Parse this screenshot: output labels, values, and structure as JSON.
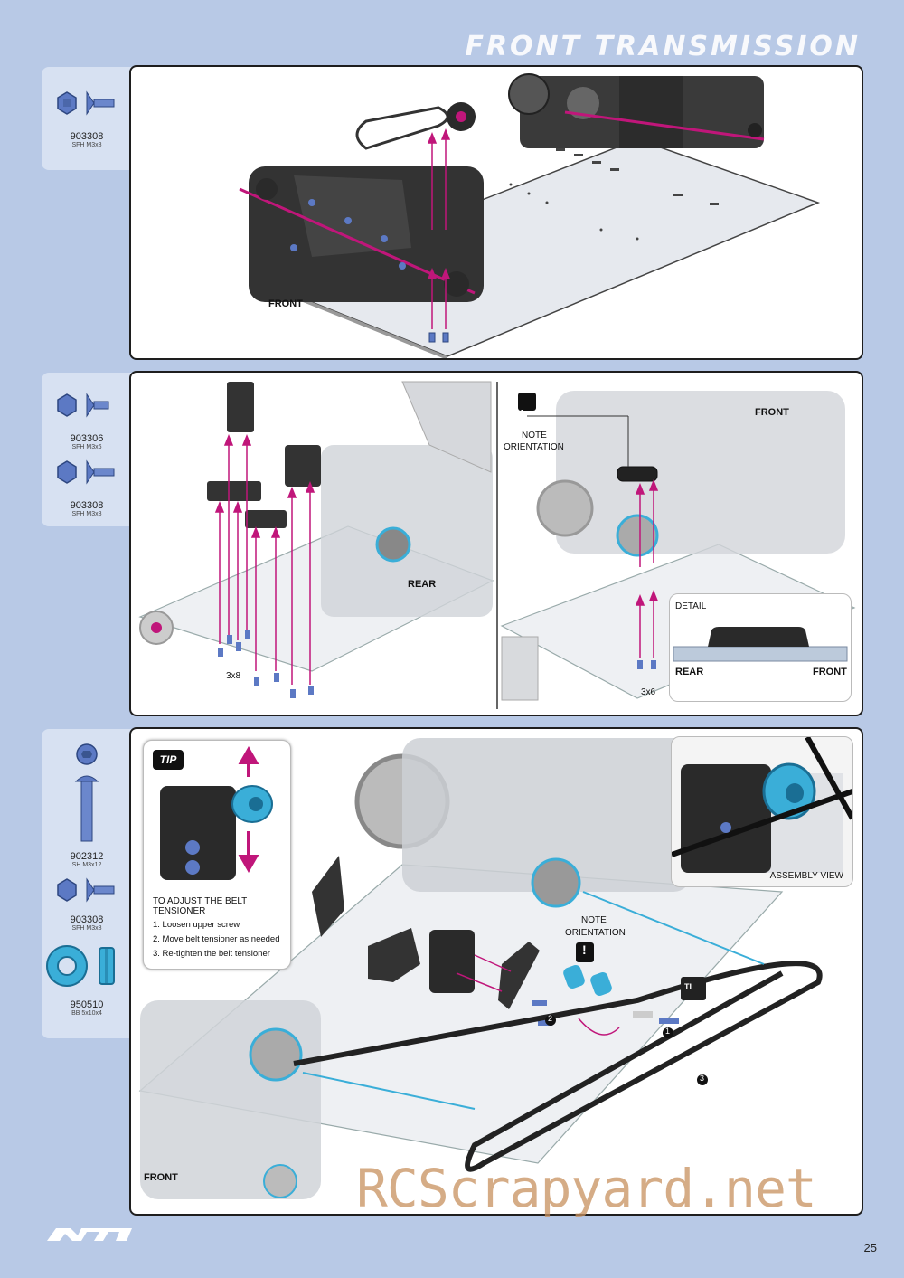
{
  "page": {
    "title": "FRONT TRANSMISSION",
    "page_number": "25",
    "logo_text": "NT1",
    "watermark": "RCScrapyard.net"
  },
  "colors": {
    "background": "#b8c9e6",
    "tab": "#d7e1f2",
    "accent_magenta": "#c0167a",
    "accent_cyan": "#3aaed8",
    "part_blue": "#5c79c4"
  },
  "step1": {
    "parts": [
      {
        "number": "903308",
        "spec": "SFH M3x8"
      }
    ],
    "labels": {
      "front": "FRONT"
    }
  },
  "step2": {
    "parts": [
      {
        "number": "903306",
        "spec": "SFH M3x6"
      },
      {
        "number": "903308",
        "spec": "SFH M3x8"
      }
    ],
    "left": {
      "rear": "REAR",
      "qty": "3x8"
    },
    "right": {
      "front": "FRONT",
      "note": "NOTE",
      "orientation": "ORIENTATION",
      "qty": "3x6",
      "detail": {
        "title": "DETAIL",
        "rear": "REAR",
        "front": "FRONT"
      }
    }
  },
  "step3": {
    "parts": [
      {
        "number": "902312",
        "spec": "SH M3x12"
      },
      {
        "number": "903308",
        "spec": "SFH M3x8"
      },
      {
        "number": "950510",
        "spec": "BB 5x10x4"
      }
    ],
    "tip": {
      "badge": "TIP",
      "title": "TO ADJUST THE BELT TENSIONER",
      "steps": [
        "1. Loosen upper screw",
        "2. Move belt tensioner as needed",
        "3. Re-tighten the belt tensioner"
      ]
    },
    "assembly_view": "ASSEMBLY VIEW",
    "note": "NOTE",
    "orientation": "ORIENTATION",
    "front": "FRONT",
    "callouts": [
      "1",
      "2",
      "3"
    ],
    "threadlock": "TL"
  }
}
